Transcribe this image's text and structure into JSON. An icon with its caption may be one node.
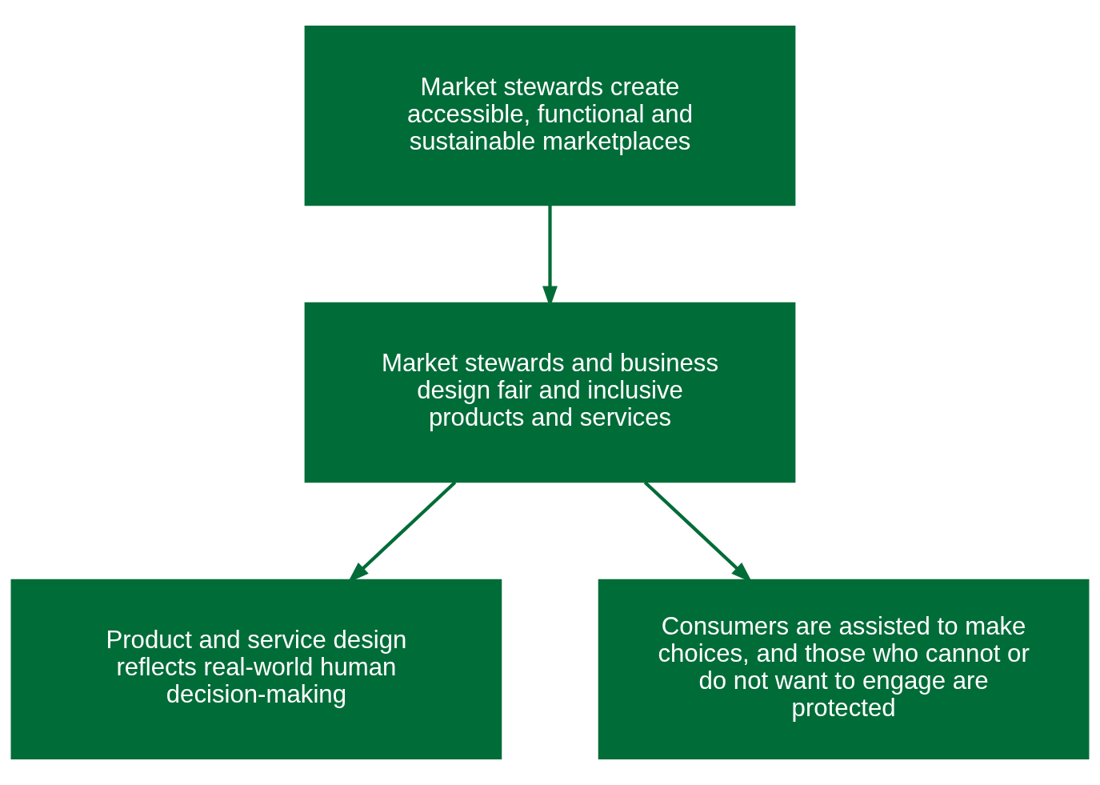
{
  "diagram": {
    "nodes": [
      {
        "text": [
          "Market stewards create accessible, functional and sustainable marketplaces"
        ]
      },
      {
        "text": [
          "Market stewards and business design fair and inclusive products and services"
        ]
      },
      {
        "text": [
          "Product and service design reflects real-world human decision-making"
        ]
      },
      {
        "text": [
          "Consumers are assisted to make choices, and those who cannot or do not want to engage are protected"
        ]
      }
    ],
    "edges": [
      {
        "from": 0,
        "to": 1,
        "arrow": "to"
      },
      {
        "from": 1,
        "to": 2,
        "arrow": "to"
      },
      {
        "from": 1,
        "to": 3,
        "arrow": "to"
      }
    ]
  }
}
